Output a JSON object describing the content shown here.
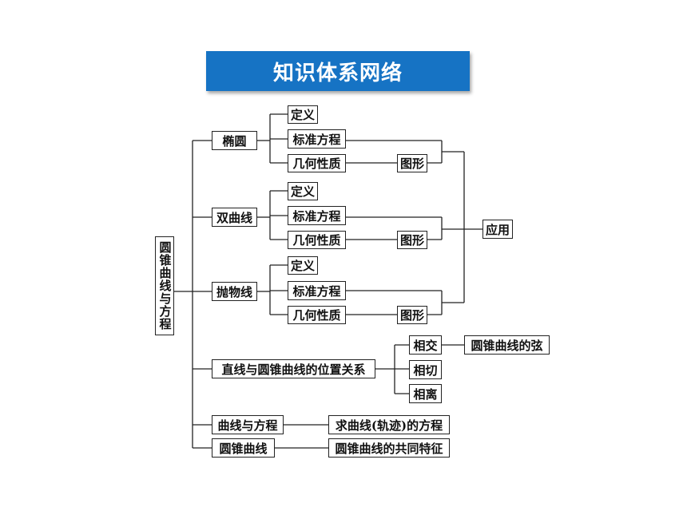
{
  "title": "知识体系网络",
  "colors": {
    "banner": "#1673c4",
    "line": "#222222"
  },
  "root": "圆锥曲线与方程",
  "ellipse": {
    "label": "椭圆",
    "def": "定义",
    "std": "标准方程",
    "geo": "几何性质",
    "fig": "图形"
  },
  "hyperbola": {
    "label": "双曲线",
    "def": "定义",
    "std": "标准方程",
    "geo": "几何性质",
    "fig": "图形"
  },
  "parabola": {
    "label": "抛物线",
    "def": "定义",
    "std": "标准方程",
    "geo": "几何性质",
    "fig": "图形"
  },
  "application": "应用",
  "position": {
    "label": "直线与圆锥曲线的位置关系",
    "intersect": "相交",
    "chord": "圆锥曲线的弦",
    "tangent": "相切",
    "separate": "相离"
  },
  "curve_eq": {
    "label": "曲线与方程",
    "target": "求曲线(轨迹)的方程"
  },
  "conic": {
    "label": "圆锥曲线",
    "target": "圆锥曲线的共同特征"
  }
}
